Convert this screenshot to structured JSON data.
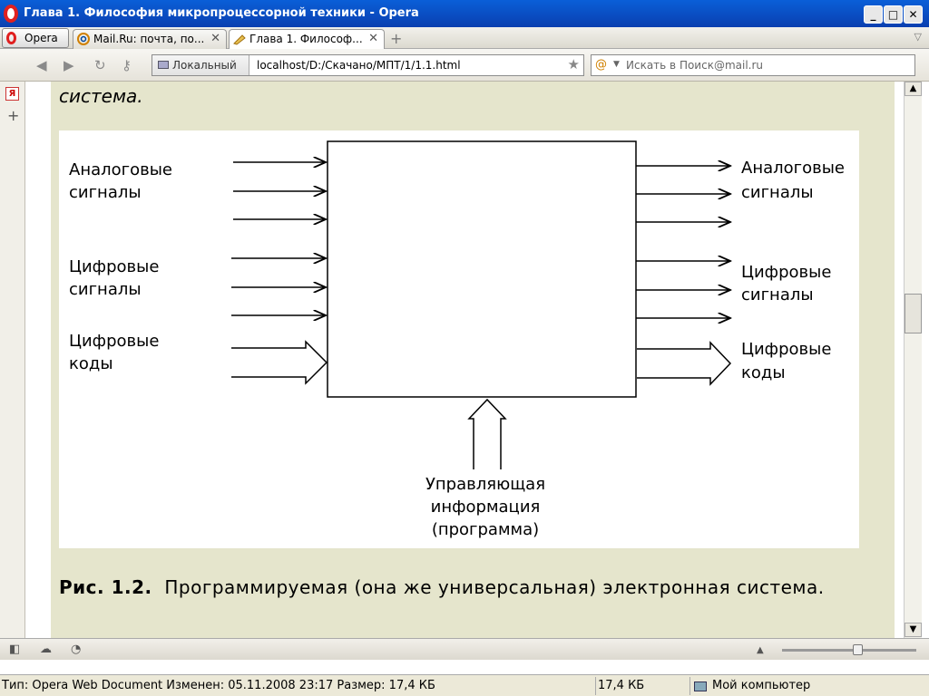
{
  "window": {
    "title": "Глава 1. Философия микропроцессорной техники - Opera",
    "buttons": [
      "_",
      "□",
      "✕"
    ]
  },
  "tabs": {
    "opera_menu": "Opera",
    "items": [
      {
        "label": "Mail.Ru: почта, по...",
        "close": "✕",
        "active": false
      },
      {
        "label": "Глава 1. Философ...",
        "close": "✕",
        "active": true
      }
    ],
    "new_tab": "+"
  },
  "address_bar": {
    "security_badge": "Локальный",
    "url": "localhost/D:/Скачано/МПТ/1/1.1.html",
    "bookmark_star": "★"
  },
  "search": {
    "placeholder": "Искать в Поиск@mail.ru"
  },
  "sidepanel": {
    "yandex": "Я",
    "add": "+"
  },
  "page": {
    "top_partial": "система.",
    "figure": {
      "left_labels": [
        [
          "Аналоговые",
          "сигналы"
        ],
        [
          "Цифровые",
          "сигналы"
        ],
        [
          "Цифровые",
          "коды"
        ]
      ],
      "right_labels": [
        [
          "Аналоговые",
          "сигналы"
        ],
        [
          "Цифровые",
          "сигналы"
        ],
        [
          "Цифровые",
          "коды"
        ]
      ],
      "bottom_label": [
        "Управляющая",
        "информация",
        "(программа)"
      ]
    },
    "caption": {
      "prefix": "Рис. 1.2.",
      "text": "Программируемая (она же универсальная) электронная система."
    }
  },
  "scrollbar": {
    "up": "▲",
    "down": "▼"
  },
  "status": {
    "info": "Тип: Opera Web Document Изменен: 05.11.2008 23:17 Размер: 17,4 КБ",
    "size": "17,4 КБ",
    "zone": "Мой компьютер"
  }
}
